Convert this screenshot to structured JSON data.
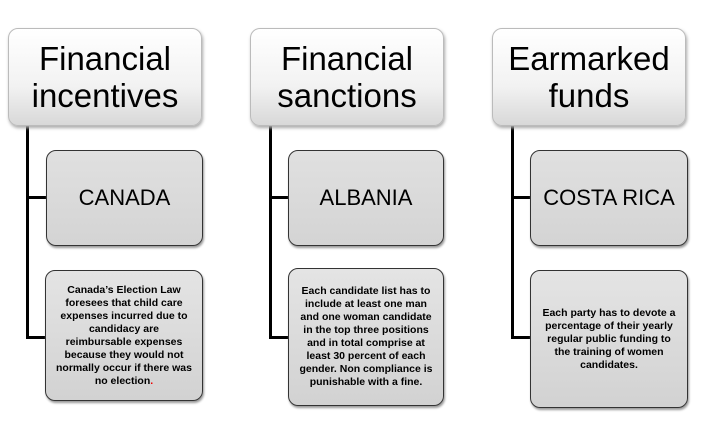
{
  "columns": [
    {
      "category": "Financial incentives",
      "country": "CANADA",
      "detail": "Canada’s Election Law foresees that child care expenses incurred due to candidacy are reimbursable expenses because they would not normally occur if there was no election",
      "detail_end": "."
    },
    {
      "category": "Financial sanctions",
      "country": "ALBANIA",
      "detail": "Each candidate list has to include at least one man and one woman candidate in the top three positions and in total comprise at least 30 percent of each gender. Non compliance is punishable with a fine.",
      "detail_end": ""
    },
    {
      "category": "Earmarked funds",
      "country": "COSTA RICA",
      "detail": "Each party has to devote a percentage of their yearly regular public funding to the training of women candidates.",
      "detail_end": ""
    }
  ]
}
